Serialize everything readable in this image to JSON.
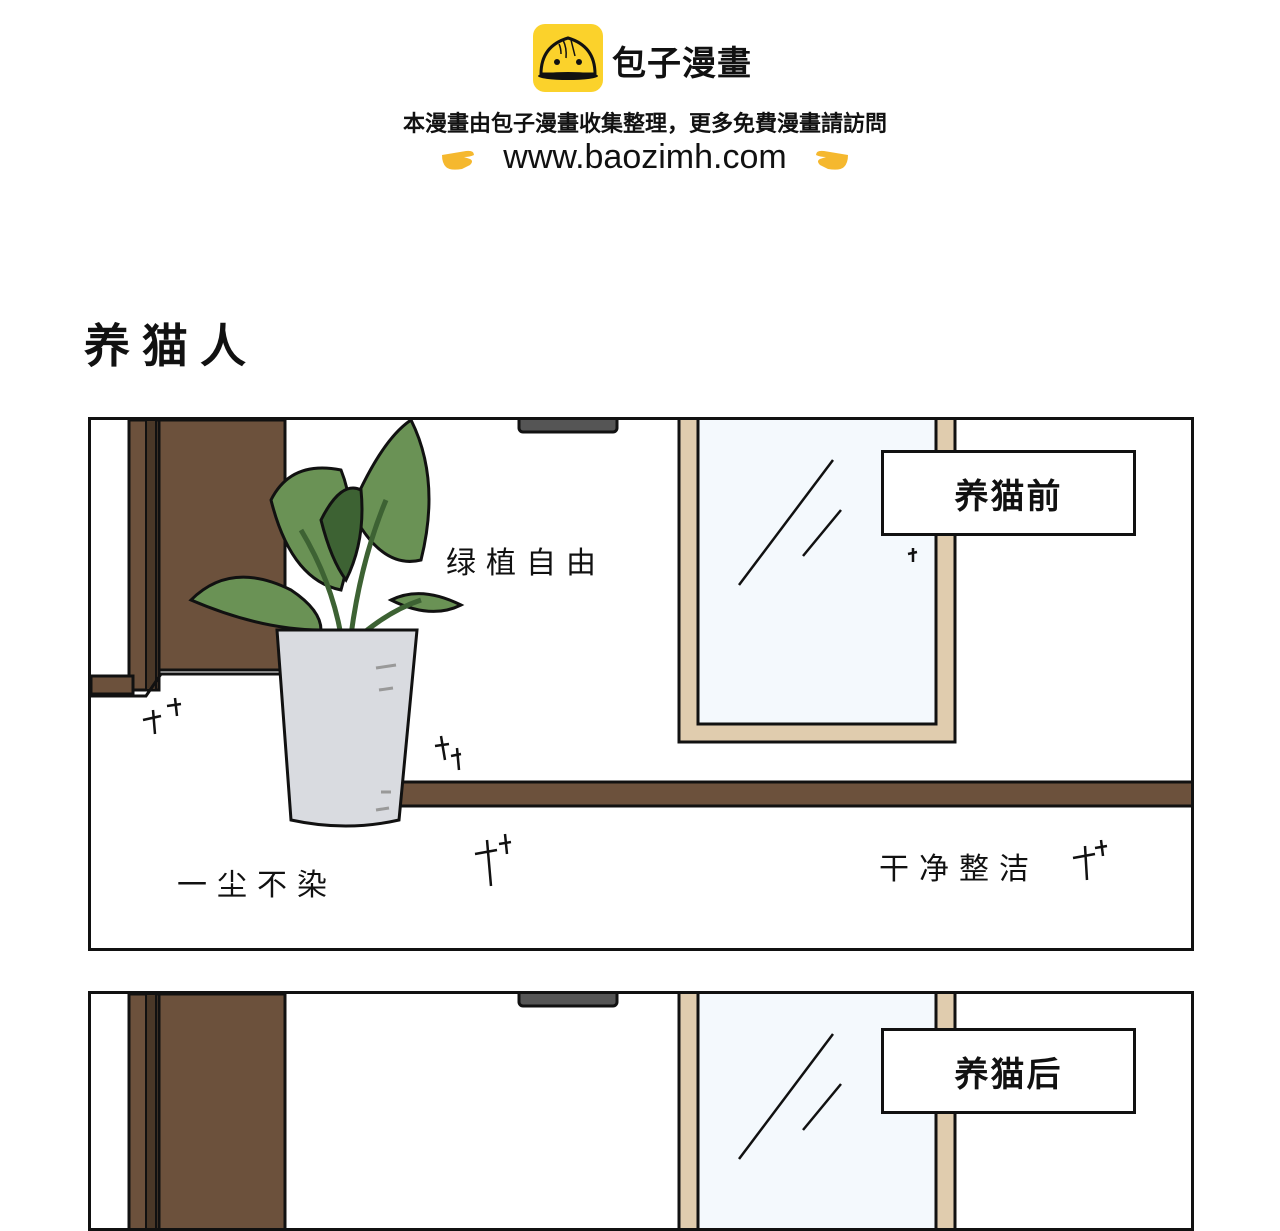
{
  "header": {
    "brand_name": "包子漫畫",
    "logo_icon": "steamed-bun-icon",
    "notice": "本漫畫由包子漫畫收集整理，更多免費漫畫請訪問",
    "url": "www.baozimh.com",
    "left_icon": "pointing-right-hand-icon",
    "right_icon": "pointing-left-hand-icon",
    "colors": {
      "logo_bg": "#fbd22b",
      "hand": "#f5b82e"
    }
  },
  "comic": {
    "title": "养猫人",
    "panels": [
      {
        "label": "养猫前",
        "captions": [
          {
            "text": "绿植自由"
          },
          {
            "text": "一尘不染"
          },
          {
            "text": "干净整洁"
          }
        ]
      },
      {
        "label": "养猫后",
        "captions": []
      }
    ],
    "colors": {
      "wood": "#6c513c",
      "wood_dark": "#4a3828",
      "frame": "#e0ccae",
      "glass": "#f4f9fd",
      "leaf": "#6a9255",
      "leaf_dark": "#3d6233",
      "pot": "#d9dbe0",
      "outline": "#111111"
    }
  }
}
